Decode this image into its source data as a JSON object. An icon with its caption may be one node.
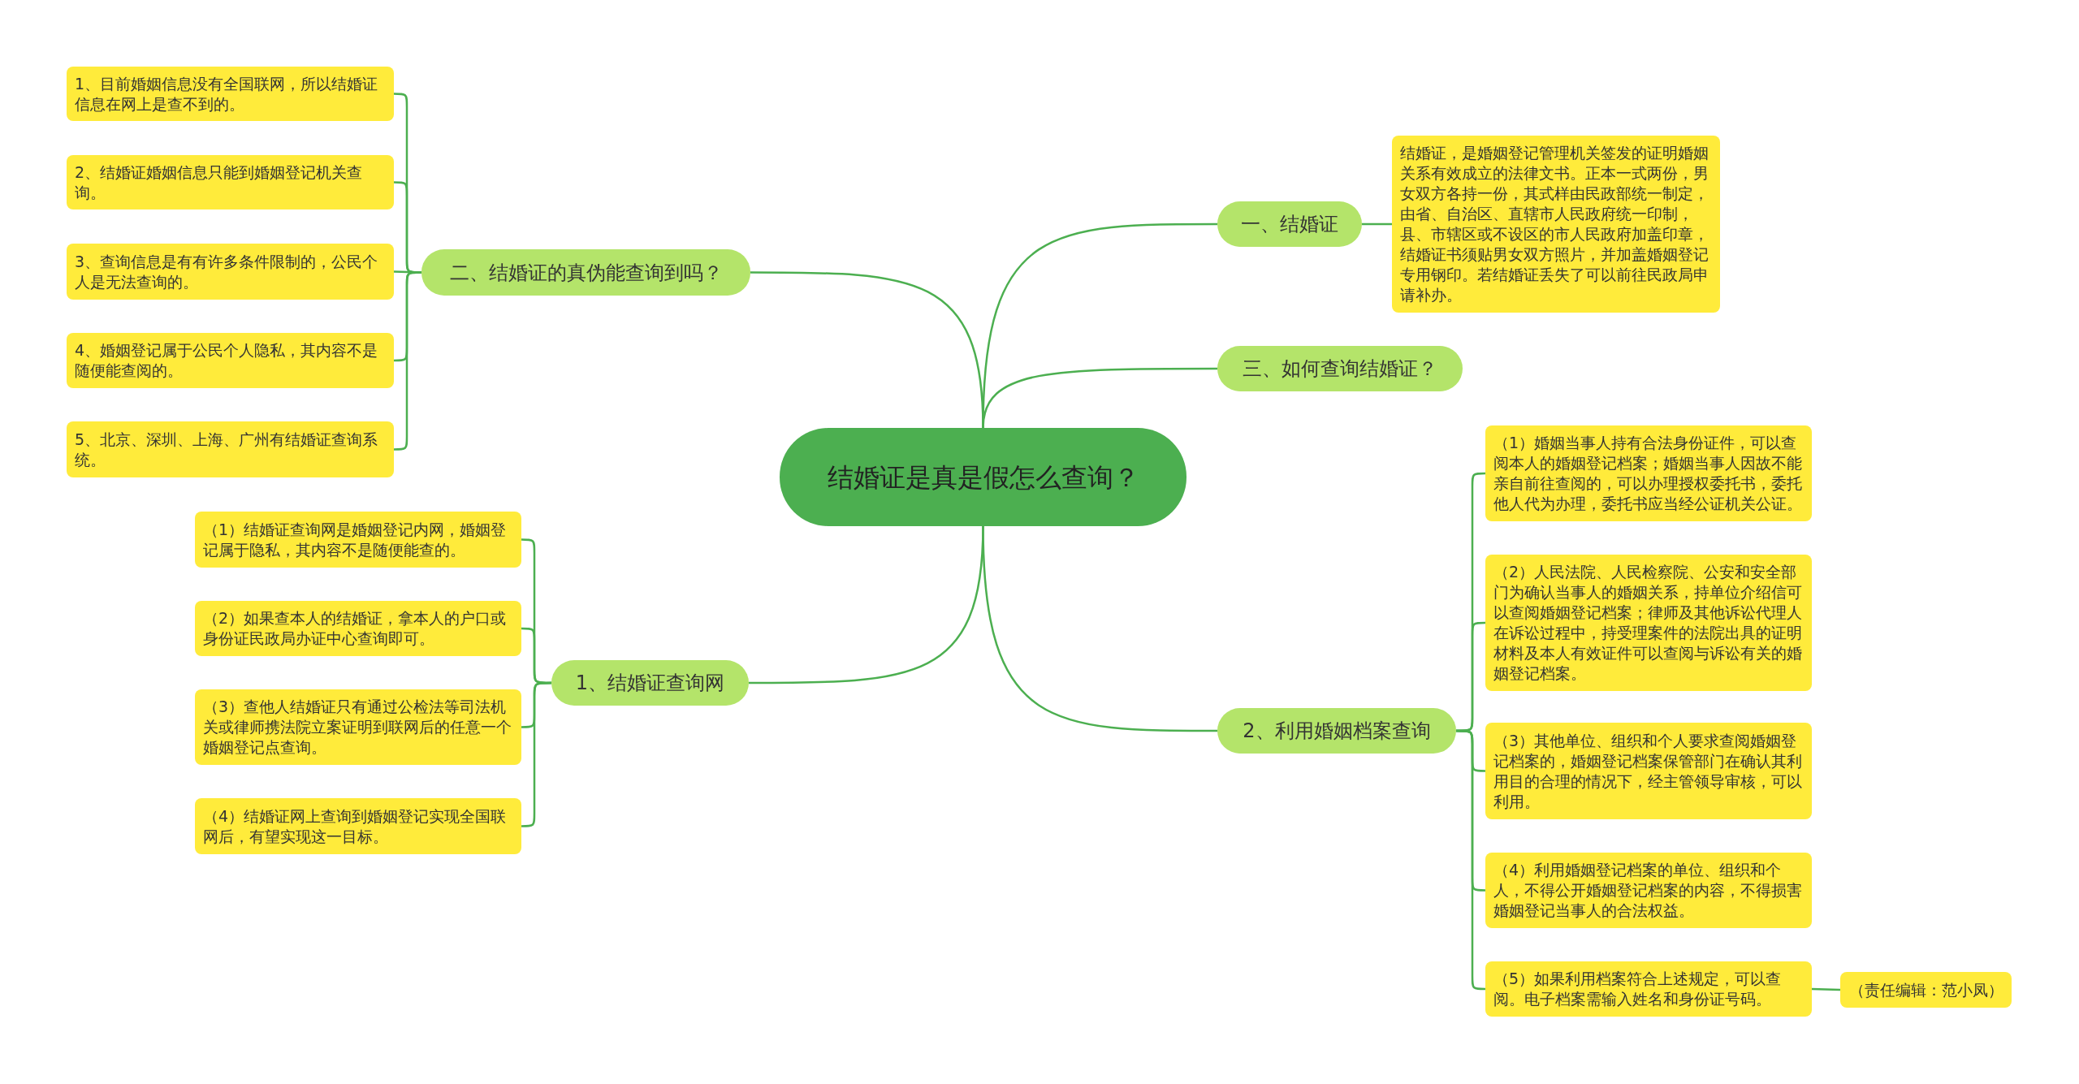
{
  "diagram": {
    "nodes": [
      {
        "text": [
          "结婚证是真是假怎么查询？"
        ]
      },
      {
        "text": [
          "一、结婚证"
        ]
      },
      {
        "text": [
          "结婚证，是婚姻登记管理机关签发的证明婚姻关系有效成立的法律文书。正本一式两份，男女双方各持一份，其式样由民政部统一制定，由省、自治区、直辖市人民政府统一印制，县、市辖区或不设区的市人民政府加盖印章，结婚证书须贴男女双方照片，并加盖婚姻登记专用钢印。若结婚证丢失了可以前往民政局申请补办。"
        ]
      },
      {
        "text": [
          "二、结婚证的真伪能查询到吗？"
        ]
      },
      {
        "text": [
          "1、目前婚姻信息没有全国联网，所以结婚证信息在网上是查不到的。"
        ]
      },
      {
        "text": [
          "2、结婚证婚姻信息只能到婚姻登记机关查询。"
        ]
      },
      {
        "text": [
          "3、查询信息是有有许多条件限制的，公民个人是无法查询的。"
        ]
      },
      {
        "text": [
          "4、婚姻登记属于公民个人隐私，其内容不是随便能查阅的。"
        ]
      },
      {
        "text": [
          "5、北京、深圳、上海、广州有结婚证查询系统。"
        ]
      },
      {
        "text": [
          "三、如何查询结婚证？"
        ]
      },
      {
        "text": [
          "1、结婚证查询网"
        ]
      },
      {
        "text": [
          "（1）结婚证查询网是婚姻登记内网，婚姻登记属于隐私，其内容不是随便能查的。"
        ]
      },
      {
        "text": [
          "（2）如果查本人的结婚证，拿本人的户口或身份证民政局办证中心查询即可。"
        ]
      },
      {
        "text": [
          "（3）查他人结婚证只有通过公检法等司法机关或律师携法院立案证明到联网后的任意一个婚姻登记点查询。"
        ]
      },
      {
        "text": [
          "（4）结婚证网上查询到婚姻登记实现全国联网后，有望实现这一目标。"
        ]
      },
      {
        "text": [
          "2、利用婚姻档案查询"
        ]
      },
      {
        "text": [
          "（1）婚姻当事人持有合法身份证件，可以查阅本人的婚姻登记档案；婚姻当事人因故不能亲自前往查阅的，可以办理授权委托书，委托他人代为办理，委托书应当经公证机关公证。"
        ]
      },
      {
        "text": [
          "（2）人民法院、人民检察院、公安和安全部门为确认当事人的婚姻关系，持单位介绍信可以查阅婚姻登记档案；律师及其他诉讼代理人在诉讼过程中，持受理案件的法院出具的证明材料及本人有效证件可以查阅与诉讼有关的婚姻登记档案。"
        ]
      },
      {
        "text": [
          "（3）其他单位、组织和个人要求查阅婚姻登记档案的，婚姻登记档案保管部门在确认其利用目的合理的情况下，经主管领导审核，可以利用。"
        ]
      },
      {
        "text": [
          "（4）利用婚姻登记档案的单位、组织和个人，不得公开婚姻登记档案的内容，不得损害婚姻登记当事人的合法权益。"
        ]
      },
      {
        "text": [
          "（5）如果利用档案符合上述规定，可以查阅。电子档案需输入姓名和身份证号码。"
        ]
      },
      {
        "text": [
          "（责任编辑：范小凤）"
        ]
      }
    ],
    "edges": [
      {
        "from": 0,
        "to": 1,
        "arrow": "none"
      },
      {
        "from": 1,
        "to": 2,
        "arrow": "none"
      },
      {
        "from": 0,
        "to": 3,
        "arrow": "none"
      },
      {
        "from": 3,
        "to": 4,
        "arrow": "none"
      },
      {
        "from": 3,
        "to": 5,
        "arrow": "none"
      },
      {
        "from": 3,
        "to": 6,
        "arrow": "none"
      },
      {
        "from": 3,
        "to": 7,
        "arrow": "none"
      },
      {
        "from": 3,
        "to": 8,
        "arrow": "none"
      },
      {
        "from": 0,
        "to": 9,
        "arrow": "none"
      },
      {
        "from": 0,
        "to": 10,
        "arrow": "none"
      },
      {
        "from": 10,
        "to": 11,
        "arrow": "none"
      },
      {
        "from": 10,
        "to": 12,
        "arrow": "none"
      },
      {
        "from": 10,
        "to": 13,
        "arrow": "none"
      },
      {
        "from": 10,
        "to": 14,
        "arrow": "none"
      },
      {
        "from": 0,
        "to": 15,
        "arrow": "none"
      },
      {
        "from": 15,
        "to": 16,
        "arrow": "none"
      },
      {
        "from": 15,
        "to": 17,
        "arrow": "none"
      },
      {
        "from": 15,
        "to": 18,
        "arrow": "none"
      },
      {
        "from": 15,
        "to": 19,
        "arrow": "none"
      },
      {
        "from": 15,
        "to": 20,
        "arrow": "none"
      },
      {
        "from": 20,
        "to": 21,
        "arrow": "none"
      }
    ]
  }
}
